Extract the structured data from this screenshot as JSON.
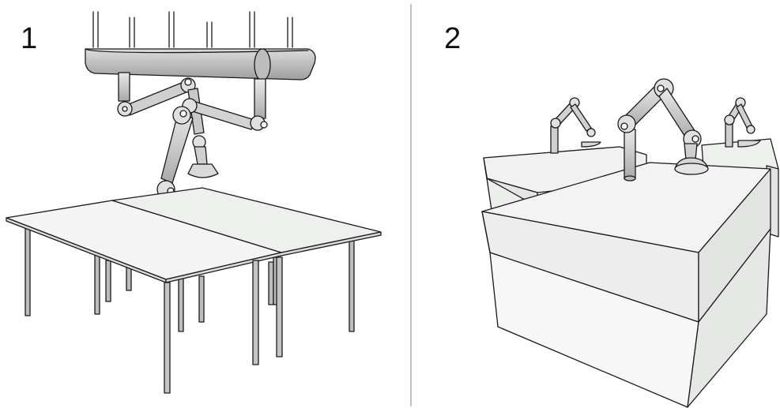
{
  "panels": [
    {
      "label": "1",
      "illustration": "ceiling-mounted-extraction-arm-above-table"
    },
    {
      "label": "2",
      "illustration": "bench-mounted-extraction-arms-on-cabinets"
    }
  ],
  "colors": {
    "stroke": "#1a1a1a",
    "surface": "#f3f4f3",
    "surface_shade": "#e6e8e6",
    "metal": "#c9c9c9",
    "divider": "#9a9a9a"
  }
}
